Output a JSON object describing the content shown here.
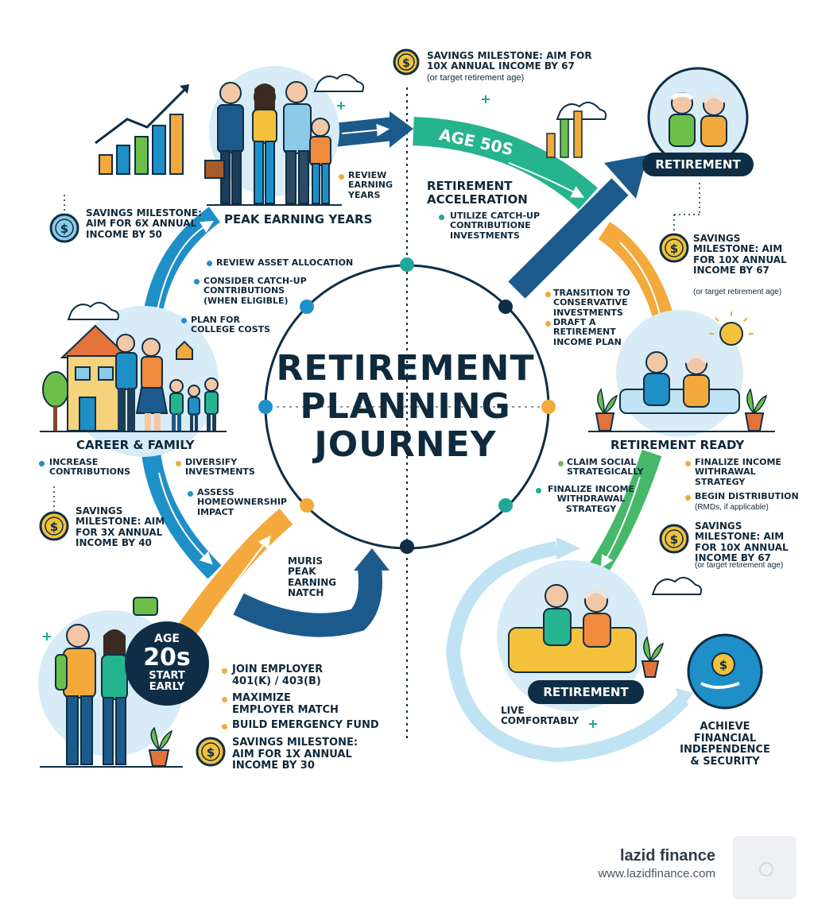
{
  "title": {
    "line1": "RETIREMENT",
    "line2": "PLANNING",
    "line3": "JOURNEY"
  },
  "stages": {
    "age_20s": {
      "age_label": "AGE",
      "age_value": "20s",
      "sub1": "START",
      "sub2": "EARLY",
      "bullets": [
        "JOIN EMPLOYER 401(K) / 403(B)",
        "MAXIMIZE EMPLOYER MATCH",
        "BUILD EMERGENCY FUND"
      ],
      "milestone": "SAVINGS MILESTONE: AIM FOR 1X ANNUAL INCOME BY 30"
    },
    "career_family": {
      "label": "CAREER & FAMILY",
      "bullets_left": [
        "INCREASE CONTRIBUTIONS"
      ],
      "bullets_right": [
        "DIVERSIFY INVESTMENTS",
        "ASSESS HOMEOWNERSHIP IMPACT"
      ],
      "milestone": "SAVINGS MILESTONE: AIM FOR 3X ANNUAL INCOME BY 40"
    },
    "peak_earning": {
      "label": "PEAK EARNING YEARS",
      "side_bullet": "REVIEW EARNING YEARS",
      "bullets": [
        "REVIEW ASSET ALLOCATION",
        "CONSIDER CATCH-UP CONTRIBUTIONS (WHEN ELIGIBLE)",
        "PLAN FOR COLLEGE COSTS"
      ],
      "milestone": "SAVINGS MILESTONE: AIM FOR 6X ANNUAL INCOME BY 50"
    },
    "age_50s": {
      "arrow_label": "AGE 50s",
      "label": "RETIREMENT ACCELERATION",
      "bullets": [
        "UTILIZE CATCH-UP CONTRIBUTIONE INVESTMENTS"
      ],
      "milestone_main": "SAVINGS MILESTONE: AIM FOR 10X ANNUAL INCOME BY 67",
      "milestone_sub": "(or target retirement age)"
    },
    "retirement_top": {
      "label": "RETIREMENT",
      "milestone": "SAVINGS MILESTONE: AIM FOR 10X ANNUAL INCOME BY 67",
      "milestone_sub": "(or target retirement age)"
    },
    "transition": {
      "bullets": [
        "TRANSITION TO CONSERVATIVE INVESTMENTS",
        "DRAFT A RETIREMENT INCOME PLAN"
      ]
    },
    "retirement_ready": {
      "label": "RETIREMENT READY",
      "bullets_left": [
        "CLAIM SOCIAL STRATEGICALLY",
        "FINALIZE INCOME WITHDRAWAL STRATEGY"
      ],
      "bullets_right": [
        "FINALIZE INCOME WITHRAWAL STRATEGY",
        "BEGIN DISTRIBUTION"
      ],
      "bullets_right_sub": "(RMDs, if applicable)",
      "milestone": "SAVINGS MILESTONE: AIM FOR 10X ANNUAL INCOME BY 67",
      "milestone_sub": "(or target retirement age)"
    },
    "retirement_bottom": {
      "label": "RETIREMENT",
      "live": "LIVE COMFORTABLY"
    },
    "achieve": {
      "label": "ACHIEVE FINANCIAL INDEPENDENCE & SECURITY"
    },
    "center_arrow": {
      "label": "MURIS PEAK EARNING NATCH"
    }
  },
  "brand": {
    "name": "lazid finance",
    "url": "www.lazidfinance.com"
  },
  "colors": {
    "navy": "#0f2e45",
    "blue": "#1f8fc8",
    "teal": "#1fa89a",
    "orange": "#f3a93b",
    "green": "#6cc04a",
    "light_blue": "#bfe3f3"
  }
}
